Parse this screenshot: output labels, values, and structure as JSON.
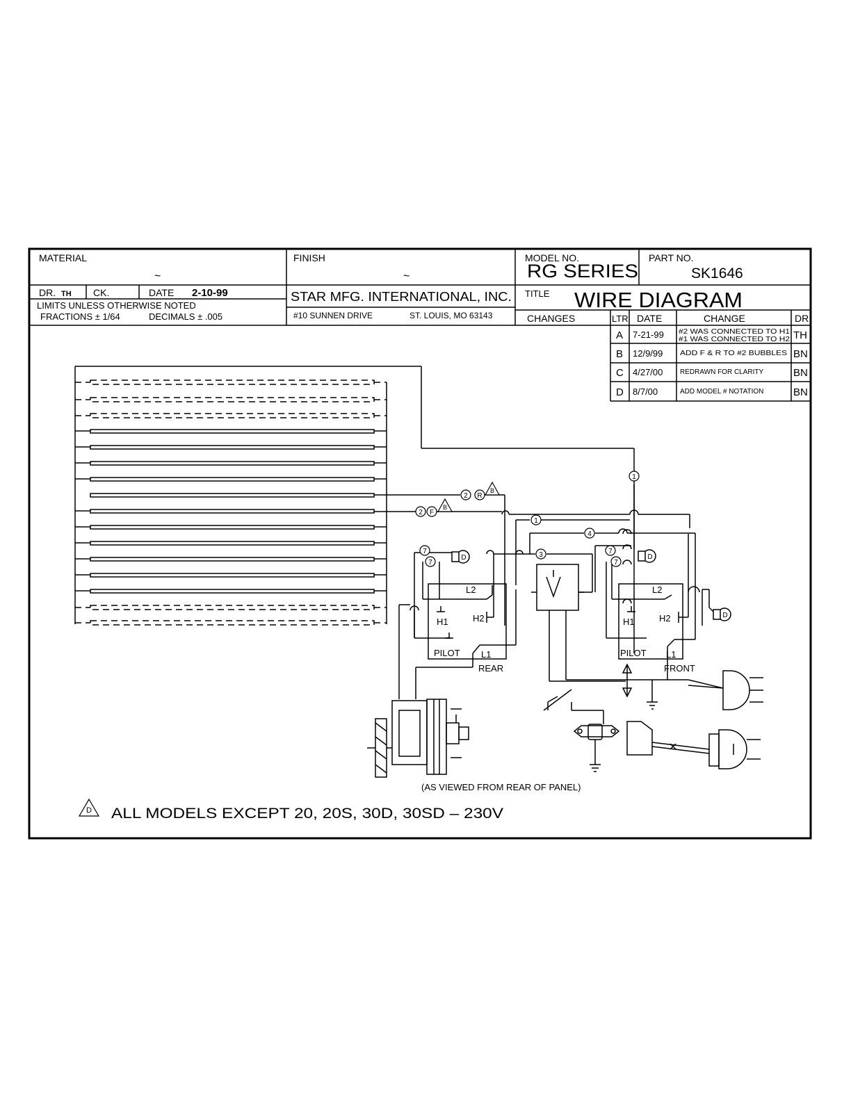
{
  "title_block": {
    "material_label": "MATERIAL",
    "material_value": "~",
    "finish_label": "FINISH",
    "finish_value": "~",
    "model_label": "MODEL NO.",
    "model_value": "RG SERIES",
    "part_label": "PART NO.",
    "part_value": "SK1646",
    "dr_label": "DR.",
    "dr_value": "TH",
    "ck_label": "CK.",
    "date_label": "DATE",
    "date_value": "2-10-99",
    "limits_text": "LIMITS UNLESS OTHERWISE NOTED",
    "fractions_text": "FRACTIONS ± 1/64",
    "decimals_text": "DECIMALS ± .005",
    "company": "STAR MFG. INTERNATIONAL, INC.",
    "address_street": "#10 SUNNEN DRIVE",
    "address_city": "ST. LOUIS, MO 63143",
    "title_label": "TITLE",
    "title_value": "WIRE DIAGRAM",
    "changes_label": "CHANGES"
  },
  "changes_table": {
    "headers": [
      "LTR",
      "DATE",
      "CHANGE",
      "DR"
    ],
    "rows": [
      {
        "ltr": "A",
        "date": "7-21-99",
        "change_line1": "#2 WAS CONNECTED TO H1",
        "change_line2": "#1 WAS CONNECTED TO H2",
        "dr": "TH"
      },
      {
        "ltr": "B",
        "date": "12/9/99",
        "change_line1": "ADD F & R TO #2 BUBBLES",
        "change_line2": "",
        "dr": "BN"
      },
      {
        "ltr": "C",
        "date": "4/27/00",
        "change_line1": "REDRAWN FOR CLARITY",
        "change_line2": "",
        "dr": "BN"
      },
      {
        "ltr": "D",
        "date": "8/7/00",
        "change_line1": "ADD MODEL # NOTATION",
        "change_line2": "",
        "dr": "BN"
      }
    ]
  },
  "diagram": {
    "wire_1a": "1",
    "wire_1b": "1",
    "wire_2r": "2",
    "wire_r": "R",
    "wire_2f": "2",
    "wire_f": "F",
    "rev_b1": "B",
    "rev_b2": "B",
    "wire_3": "3",
    "wire_4": "4",
    "wire_7a": "7",
    "wire_7b": "7",
    "wire_7c": "7",
    "wire_7d": "7",
    "lamp_a": "D",
    "lamp_b": "D",
    "lamp_c": "D",
    "rear_l2": "L2",
    "rear_h1": "H1",
    "rear_h2": "H2",
    "rear_pilot": "PILOT",
    "rear_l1": "L1",
    "rear_label": "REAR",
    "front_l2": "L2",
    "front_h1": "H1",
    "front_h2": "H2",
    "front_pilot": "PILOT",
    "front_l1": "L1",
    "front_label": "FRONT",
    "view_note": "(AS VIEWED FROM REAR OF PANEL)",
    "footnote_marker": "D",
    "footnote_text": "ALL MODELS EXCEPT 20, 20S, 30D, 30SD – 230V"
  }
}
